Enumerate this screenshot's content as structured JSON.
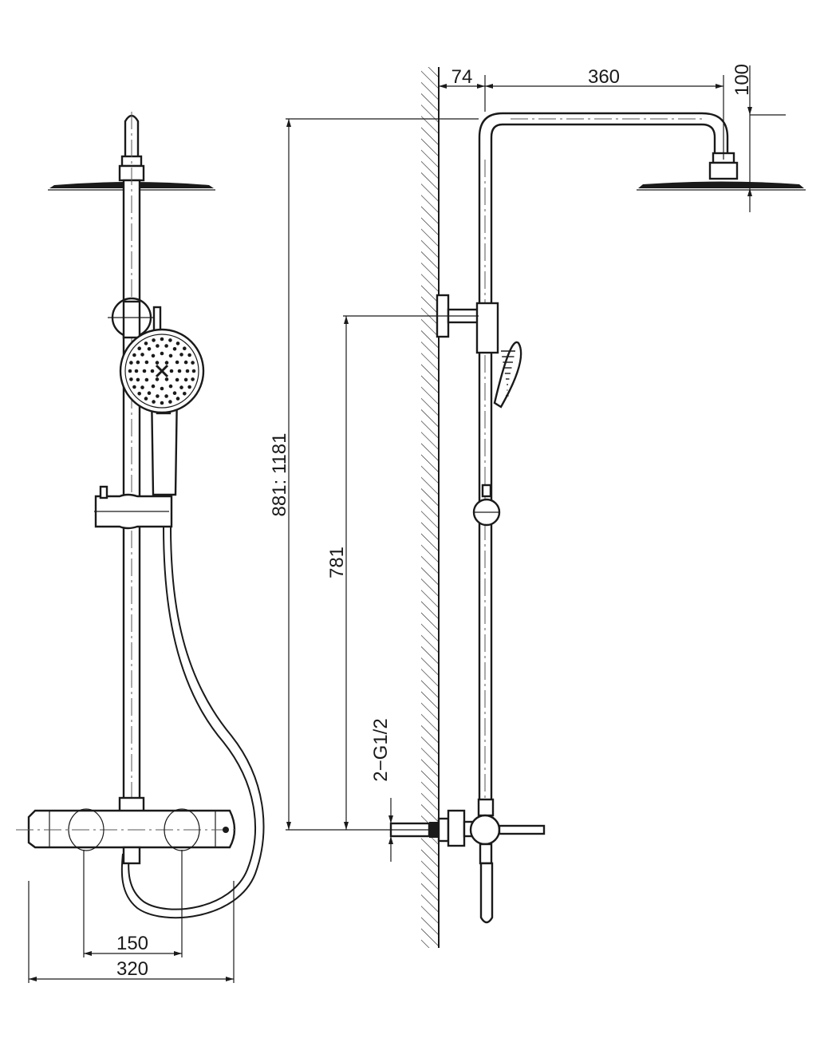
{
  "diagram": {
    "dimensions": {
      "wall_offset": "74",
      "arm_length": "360",
      "head_drop": "100",
      "total_height": "881: 1181",
      "bracket_height": "781",
      "inlet": "2−G1/2",
      "inlet_spacing": "150",
      "overall_width": "320"
    }
  }
}
